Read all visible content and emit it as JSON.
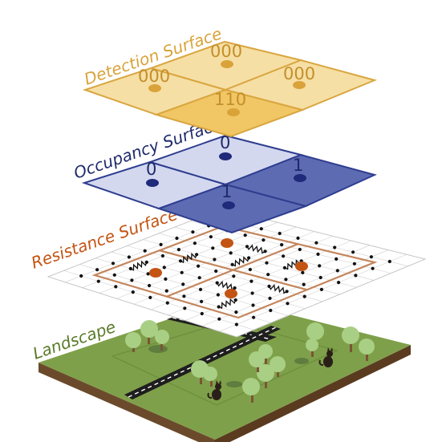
{
  "layers": {
    "detection": {
      "title": "Detection Surface",
      "cells": [
        {
          "code": "000"
        },
        {
          "code": "000"
        },
        {
          "code": "000"
        },
        {
          "code": "110"
        }
      ],
      "colors": {
        "stroke": "#d9a640",
        "fill": "#f6dfa5",
        "fill_active": "#f1c765",
        "dot": "#d9a33a",
        "text": "#c48f2a"
      }
    },
    "occupancy": {
      "title": "Occupancy Surface",
      "cells": [
        {
          "code": "0"
        },
        {
          "code": "0"
        },
        {
          "code": "1"
        },
        {
          "code": "1"
        }
      ],
      "colors": {
        "stroke": "#2e3d8f",
        "fill": "#d3d8ef",
        "fill_active": "#5d6bb3",
        "dot": "#1f2a7a",
        "text": "#1f2a6b"
      }
    },
    "resistance": {
      "title": "Resistance Surface",
      "colors": {
        "stroke": "#c4865d",
        "node": "#111111",
        "center": "#c35413",
        "text": "#c35413",
        "mesh": "#bdbdbd"
      }
    },
    "landscape": {
      "title": "Landscape",
      "colors": {
        "grass": "#7fa04a",
        "soil": "#6b4a2b",
        "soil_dark": "#5a3b20",
        "road": "#1e1e1e",
        "tree": "#a9cf85",
        "trunk": "#7a5535",
        "text": "#5a7a2a"
      }
    }
  }
}
